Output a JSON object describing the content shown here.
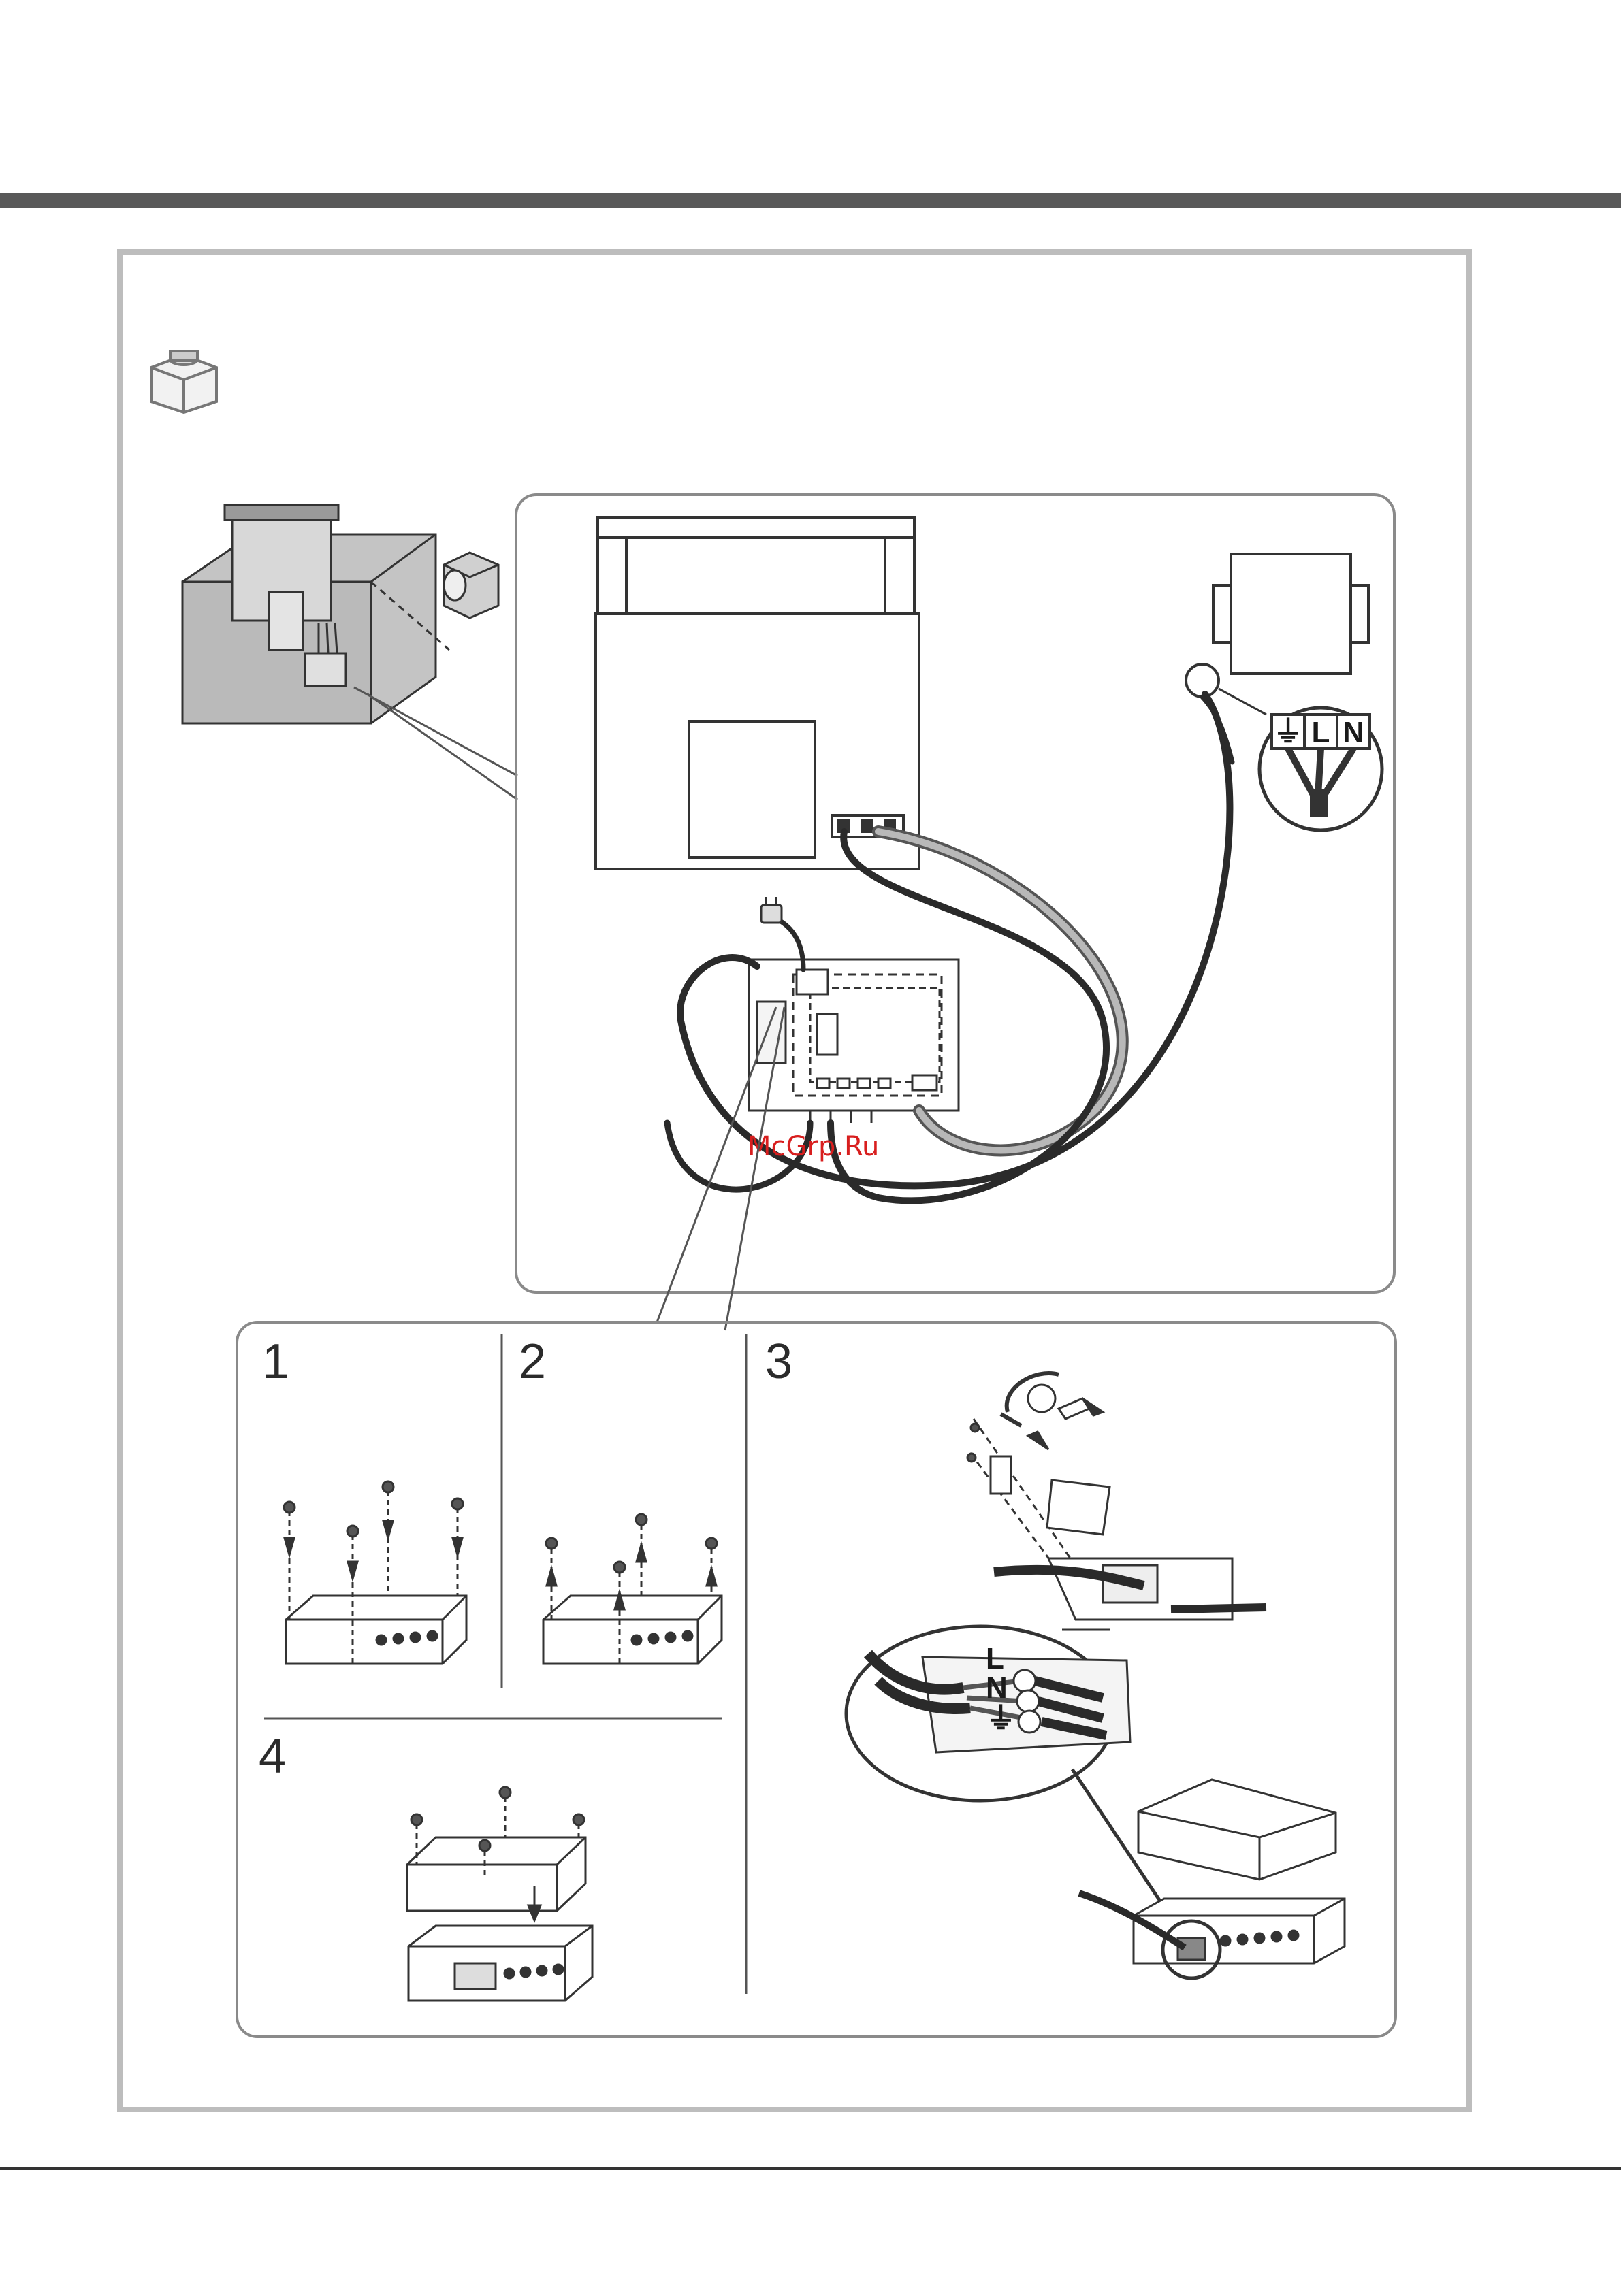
{
  "diagram": {
    "steps": [
      {
        "number": "1",
        "action": "insert-screws"
      },
      {
        "number": "2",
        "action": "remove-screws"
      },
      {
        "number": "3",
        "action": "connect-cable"
      },
      {
        "number": "4",
        "action": "refit-cover"
      }
    ],
    "terminal_labels": [
      "⏚",
      "L",
      "N"
    ],
    "zoom_terminal_labels": [
      "L",
      "N",
      "⏚"
    ],
    "watermark": "McGrp.Ru",
    "icons": [
      "external-motor-icon"
    ],
    "colors": {
      "header_bar": "#595959",
      "frame_border": "#bdbdbd",
      "panel_border": "#8a8a8a",
      "cable_dark": "#2a2a2a",
      "cable_grey": "#9a9a9a",
      "watermark": "#d81e1e"
    }
  }
}
